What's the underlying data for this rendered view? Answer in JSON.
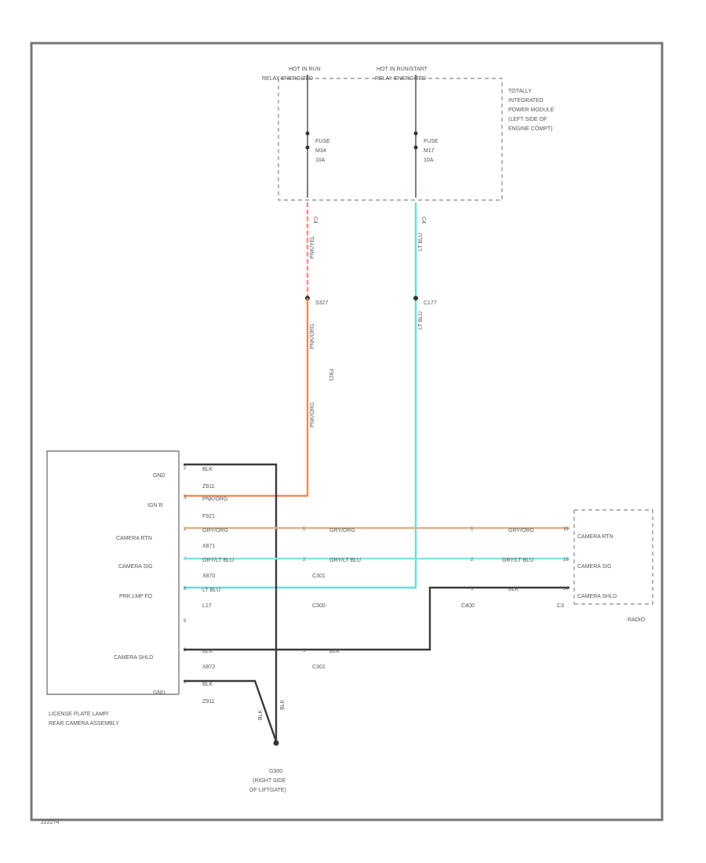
{
  "colors": {
    "pnk_yel": "#ff8a8a",
    "pnk_org": "#f08a55",
    "lt_blu": "#66dddd",
    "gry_org": "#d9b48a",
    "gry_lt_blu": "#88e2e6",
    "blk": "#3a3a3a"
  },
  "fuse_module": {
    "hot_run_1": "HOT IN RUN",
    "hot_run_2": "RELAY ENERGIZED",
    "hot_start_1": "HOT IN RUN/START",
    "hot_start_2": "RELAY ENERGIZED",
    "name": [
      "TOTALLY",
      "INTEGRATED",
      "POWER MODULE",
      "(LEFT SIDE OF",
      "ENGINE COMPT)"
    ],
    "fuse_a": [
      "FUSE",
      "M34",
      "10A"
    ],
    "fuse_b": [
      "FUSE",
      "M17",
      "10A"
    ],
    "conn_a": "C4",
    "conn_b": "C4"
  },
  "wires": {
    "pnk_yel": "PNK/YEL",
    "pnk_org": "PNK/ORG",
    "lt_blu": "LT BLU",
    "gry_org": "GRY/ORG",
    "gry_lt_blu": "GRY/LT BLU",
    "blk": "BLK"
  },
  "splices": {
    "s_a": "S327",
    "s_b": "C177",
    "c_mid": "C3",
    "c_mid2": "C300"
  },
  "camera_assembly": {
    "pins": [
      {
        "num": "2",
        "label": "GND",
        "wire": "BLK",
        "circuit": "Z911"
      },
      {
        "num": "3",
        "label": "IGN R",
        "wire": "PNK/ORG",
        "circuit": "F921"
      },
      {
        "num": "1",
        "label": "CAMERA RTN",
        "wire": "GRY/ORG",
        "circuit": "X871"
      },
      {
        "num": "4",
        "label": "CAMERA SIG",
        "wire": "GRY/LT BLU",
        "circuit": "X870"
      },
      {
        "num": "5",
        "label": "PRK LMP FD",
        "wire": "LT BLU",
        "circuit": "L17"
      },
      {
        "num": "6",
        "label": "",
        "wire": "",
        "circuit": ""
      },
      {
        "num": "8",
        "label": "CAMERA SHLD",
        "wire": "BLK",
        "circuit": "X872"
      },
      {
        "num": "9",
        "label": "GND",
        "wire": "BLK",
        "circuit": "Z911"
      }
    ],
    "name": [
      "LICENSE PLATE LAMP/",
      "REAR CAMERA ASSEMBLY"
    ]
  },
  "inline": {
    "pin_a": "1",
    "pin_b": "2",
    "pin_c": "3",
    "pin_d": "6",
    "conn": "C301",
    "conn2": "C300",
    "conn3": "C301"
  },
  "radio": {
    "pins": [
      {
        "num": "15",
        "label": "CAMERA RTN"
      },
      {
        "num": "16",
        "label": "CAMERA SIG"
      },
      {
        "num": "14",
        "label": "CAMERA SHLD"
      }
    ],
    "name": "RADIO",
    "pin_in_a": "1",
    "pin_in_b": "2",
    "pin_in_c": "3",
    "conn_in": "C400",
    "conn": "C3"
  },
  "ground": {
    "id": "G300",
    "loc": [
      "(RIGHT SIDE",
      "OF LIFTGATE)"
    ]
  },
  "footer_code": "222274"
}
